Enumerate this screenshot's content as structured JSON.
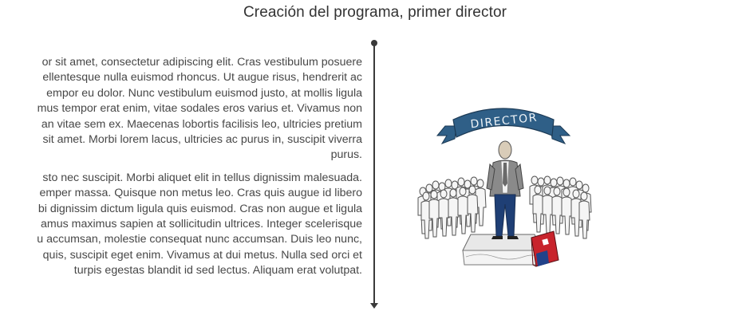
{
  "header": {
    "title": "Creación del programa, primer director"
  },
  "content": {
    "paragraph_1_lines": [
      "or sit amet, consectetur adipiscing elit. Cras vestibulum posuere",
      "ellentesque nulla euismod rhoncus. Ut augue risus, hendrerit ac",
      "empor eu dolor. Nunc vestibulum euismod justo, at mollis ligula",
      "mus tempor erat enim, vitae sodales eros varius et. Vivamus non",
      "an vitae sem ex. Maecenas lobortis facilisis leo, ultricies pretium",
      "sit amet. Morbi lorem lacus, ultricies ac purus in, suscipit viverra",
      "purus."
    ],
    "paragraph_2_lines": [
      "sto nec suscipit. Morbi aliquet elit in tellus dignissim malesuada.",
      "emper massa. Quisque non metus leo. Cras quis augue id libero",
      "bi dignissim dictum ligula quis euismod. Cras non augue et ligula",
      "amus maximus sapien at sollicitudin ultrices. Integer scelerisque",
      "u accumsan, molestie consequat nunc accumsan. Duis leo nunc,",
      "quis, suscipit eget enim. Vivamus at dui metus. Nulla sed orci et",
      "turpis egestas blandit id sed lectus. Aliquam erat volutpat."
    ]
  },
  "illustration": {
    "banner_text": "DIRECTOR",
    "colors": {
      "banner": "#2f5f87",
      "suit_jacket": "#8a8a8a",
      "trousers": "#1f3f75",
      "skin": "#d9ccb8",
      "book_red": "#c8232c",
      "book_blue": "#22428a"
    }
  },
  "timeline": {
    "color": "#3a3a3a"
  }
}
